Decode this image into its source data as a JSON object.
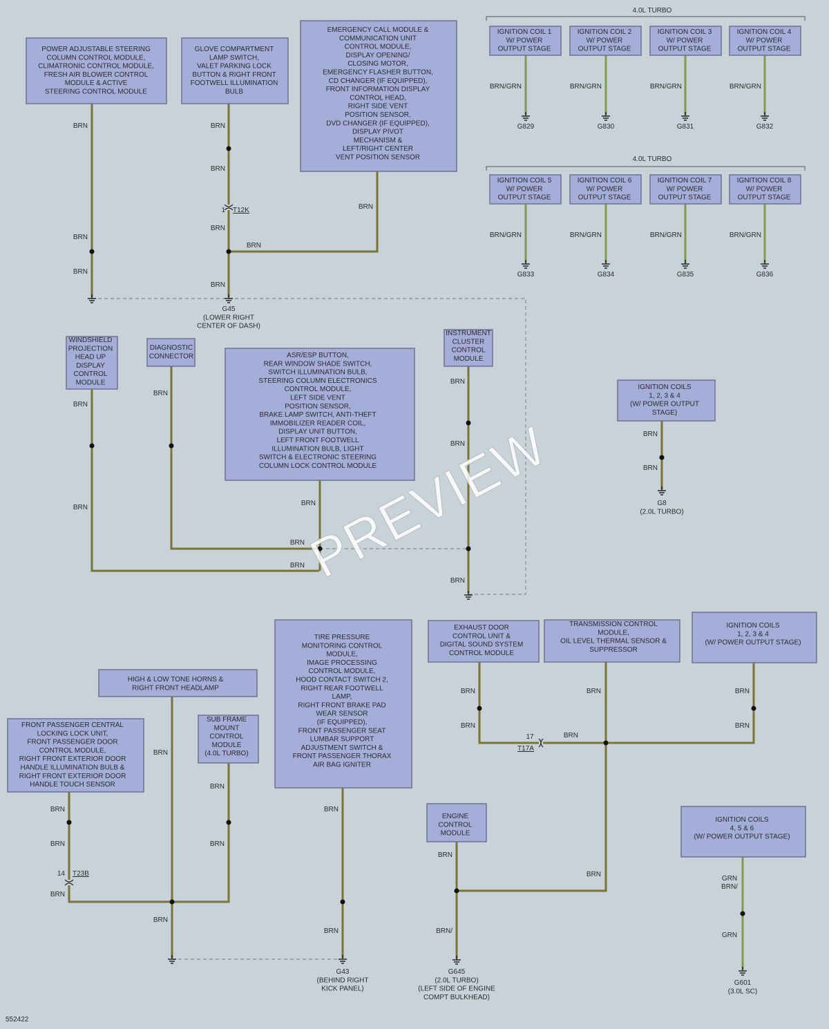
{
  "boxes": [
    {
      "id": "b1",
      "lines": [
        "POWER ADJUSTABLE STEERING",
        "COLUMN CONTROL MODULE,",
        "CLIMATRONIC CONTROL MODULE,",
        "FRESH AIR BLOWER CONTROL",
        "MODULE & ACTIVE",
        "STEERING CONTROL MODULE"
      ]
    },
    {
      "id": "b2",
      "lines": [
        "GLOVE COMPARTMENT",
        "LAMP SWITCH,",
        "VALET PARKING LOCK",
        "BUTTON & RIGHT FRONT",
        "FOOTWELL ILLUMINATION",
        "BULB"
      ]
    },
    {
      "id": "b3",
      "lines": [
        "EMERGENCY CALL MODULE &",
        "COMMUNICATION UNIT",
        "CONTROL MODULE,",
        "DISPLAY OPENING/",
        "CLOSING MOTOR,",
        "EMERGENCY FLASHER BUTTON,",
        "CD CHANGER (IF EQUIPPED),",
        "FRONT INFORMATION DISPLAY",
        "CONTROL HEAD,",
        "RIGHT SIDE VENT",
        "POSITION SENSOR,",
        "DVD CHANGER (IF EQUIPPED),",
        "DISPLAY PIVOT",
        "MECHANISM &",
        "LEFT/RIGHT CENTER",
        "VENT POSITION SENSOR"
      ]
    },
    {
      "id": "c1",
      "lines": [
        "IGNITION COIL 1",
        "W/ POWER",
        "OUTPUT STAGE"
      ]
    },
    {
      "id": "c2",
      "lines": [
        "IGNITION COIL 2",
        "W/ POWER",
        "OUTPUT STAGE"
      ]
    },
    {
      "id": "c3",
      "lines": [
        "IGNITION COIL 3",
        "W/ POWER",
        "OUTPUT STAGE"
      ]
    },
    {
      "id": "c4",
      "lines": [
        "IGNITION COIL 4",
        "W/ POWER",
        "OUTPUT STAGE"
      ]
    },
    {
      "id": "c5",
      "lines": [
        "IGNITION COIL 5",
        "W/ POWER",
        "OUTPUT STAGE"
      ]
    },
    {
      "id": "c6",
      "lines": [
        "IGNITION COIL 6",
        "W/ POWER",
        "OUTPUT STAGE"
      ]
    },
    {
      "id": "c7",
      "lines": [
        "IGNITION COIL 7",
        "W/ POWER",
        "OUTPUT STAGE"
      ]
    },
    {
      "id": "c8",
      "lines": [
        "IGNITION COIL 8",
        "W/ POWER",
        "OUTPUT STAGE"
      ]
    },
    {
      "id": "b4",
      "lines": [
        "WINDSHIELD",
        "PROJECTION",
        "HEAD UP",
        "DISPLAY",
        "CONTROL",
        "MODULE"
      ]
    },
    {
      "id": "b5",
      "lines": [
        "DIAGNOSTIC",
        "CONNECTOR"
      ]
    },
    {
      "id": "b6",
      "lines": [
        "ASR/ESP BUTTON,",
        "REAR WINDOW SHADE SWITCH,",
        "SWITCH ILLUMINATION BULB,",
        "STEERING COLUMN ELECTRONICS",
        "CONTROL MODULE,",
        "LEFT SIDE VENT",
        "POSITION SENSOR,",
        "BRAKE LAMP SWITCH, ANTI-THEFT",
        "IMMOBILIZER READER COIL,",
        "DISPLAY UNIT BUTTON,",
        "LEFT FRONT FOOTWELL",
        "ILLUMINATION BULB, LIGHT",
        "SWITCH & ELECTRONIC STEERING",
        "COLUMN LOCK CONTROL MODULE"
      ]
    },
    {
      "id": "b7",
      "lines": [
        "INSTRUMENT",
        "CLUSTER",
        "CONTROL",
        "MODULE"
      ]
    },
    {
      "id": "b8",
      "lines": [
        "IGNITION COILS",
        "1, 2, 3 & 4",
        "(W/ POWER OUTPUT",
        "STAGE)"
      ]
    },
    {
      "id": "b9",
      "lines": [
        "HIGH & LOW TONE HORNS &",
        "RIGHT FRONT HEADLAMP"
      ]
    },
    {
      "id": "b10",
      "lines": [
        "FRONT PASSENGER CENTRAL",
        "LOCKING LOCK UNIT,",
        "FRONT PASSENGER DOOR",
        "CONTROL MODULE,",
        "RIGHT FRONT EXTERIOR DOOR",
        "HANDLE ILLUMINATION BULB &",
        "RIGHT FRONT EXTERIOR DOOR",
        "HANDLE TOUCH SENSOR"
      ]
    },
    {
      "id": "b11",
      "lines": [
        "SUB FRAME",
        "MOUNT",
        "CONTROL",
        "MODULE",
        "(4.0L TURBO)"
      ]
    },
    {
      "id": "b12",
      "lines": [
        "TIRE PRESSURE",
        "MONITORING CONTROL",
        "MODULE,",
        "IMAGE PROCESSING",
        "CONTROL MODULE,",
        "HOOD CONTACT SWITCH 2,",
        "RIGHT REAR FOOTWELL",
        "LAMP,",
        "RIGHT FRONT BRAKE PAD",
        "WEAR SENSOR",
        "(IF EQUIPPED),",
        "FRONT PASSENGER SEAT",
        "LUMBAR SUPPORT",
        "ADJUSTMENT SWITCH &",
        "FRONT PASSENGER THORAX",
        "AIR BAG IGNITER"
      ]
    },
    {
      "id": "b13",
      "lines": [
        "EXHAUST DOOR",
        "CONTROL UNIT &",
        "DIGITAL SOUND SYSTEM",
        "CONTROL MODULE"
      ]
    },
    {
      "id": "b14",
      "lines": [
        "TRANSMISSION CONTROL",
        "MODULE,",
        "OIL LEVEL THERMAL SENSOR &",
        "SUPPRESSOR"
      ]
    },
    {
      "id": "b15",
      "lines": [
        "IGNITION COILS",
        "1, 2, 3 & 4",
        "(W/ POWER OUTPUT STAGE)"
      ]
    },
    {
      "id": "b16",
      "lines": [
        "ENGINE",
        "CONTROL",
        "MODULE"
      ]
    },
    {
      "id": "b17",
      "lines": [
        "IGNITION COILS",
        "4, 5 & 6",
        "(W/ POWER OUTPUT STAGE)"
      ]
    }
  ],
  "group_labels": [
    "4.0L TURBO",
    "4.0L TURBO"
  ],
  "wire_labels": [
    "BRN",
    "BRN",
    "BRN",
    "BRN",
    "BRN",
    "BRN",
    "BRN",
    "BRN",
    "BRN",
    "BRN/GRN",
    "BRN/GRN",
    "BRN/GRN",
    "BRN/GRN",
    "BRN/GRN",
    "BRN/GRN",
    "BRN/GRN",
    "BRN/GRN",
    "BRN",
    "BRN",
    "BRN",
    "BRN",
    "BRN",
    "BRN",
    "BRN",
    "BRN",
    "BRN",
    "BRN",
    "BRN",
    "BRN",
    "BRN",
    "BRN",
    "BRN",
    "BRN",
    "BRN",
    "BRN",
    "BRN",
    "BRN",
    "BRN",
    "BRN",
    "BRN",
    "BRN",
    "BRN",
    "BRN",
    "BRN",
    "BRN",
    "BRN/",
    "GRN",
    "BRN/",
    "GRN"
  ],
  "grounds": [
    {
      "id": "G45",
      "lines": [
        "G45",
        "(LOWER RIGHT",
        "CENTER OF DASH)"
      ]
    },
    {
      "id": "G829",
      "lines": [
        "G829"
      ]
    },
    {
      "id": "G830",
      "lines": [
        "G830"
      ]
    },
    {
      "id": "G831",
      "lines": [
        "G831"
      ]
    },
    {
      "id": "G832",
      "lines": [
        "G832"
      ]
    },
    {
      "id": "G833",
      "lines": [
        "G833"
      ]
    },
    {
      "id": "G834",
      "lines": [
        "G834"
      ]
    },
    {
      "id": "G835",
      "lines": [
        "G835"
      ]
    },
    {
      "id": "G836",
      "lines": [
        "G836"
      ]
    },
    {
      "id": "G8",
      "lines": [
        "G8",
        "(2.0L TURBO)"
      ]
    },
    {
      "id": "G43",
      "lines": [
        "G43",
        "(BEHIND RIGHT",
        "KICK PANEL)"
      ]
    },
    {
      "id": "G645",
      "lines": [
        "G645",
        "(2.0L TURBO)",
        "(LEFT SIDE OF ENGINE",
        "COMPT BULKHEAD)"
      ]
    },
    {
      "id": "G601",
      "lines": [
        "G601",
        "(3.0L SC)"
      ]
    }
  ],
  "connectors": [
    {
      "pin": "1",
      "name": "T12K"
    },
    {
      "pin": "17",
      "name": "T17A"
    },
    {
      "pin": "14",
      "name": "T23B"
    }
  ],
  "watermark": "PREVIEW",
  "figure_id": "552422"
}
